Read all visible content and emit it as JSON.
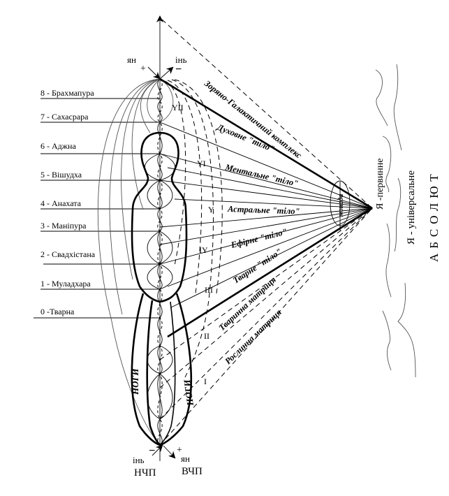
{
  "poles_top": {
    "yang": "ян",
    "yang_sign": "+",
    "yin": "інь",
    "yin_sign": "−"
  },
  "poles_bottom": {
    "yin": "інь",
    "yin_sign": "−",
    "yang": "ян",
    "yang_sign": "+",
    "left_code": "НЧП",
    "right_code": "ВЧП"
  },
  "chakras": [
    {
      "label": "8 - Брахмапура"
    },
    {
      "label": "7 - Сахасрара"
    },
    {
      "label": "6 - Аджна"
    },
    {
      "label": "5 - Вішудха"
    },
    {
      "label": "4 - Анахата"
    },
    {
      "label": "3 - Маніпура"
    },
    {
      "label": "2 - Свадхістана"
    },
    {
      "label": "1 - Муладхара"
    },
    {
      "label": "0 -Тварна"
    }
  ],
  "levels": [
    "YII",
    "YI",
    "Y",
    "IY",
    "III",
    "II",
    "I"
  ],
  "bodies": [
    {
      "label": "Зоряно-Галактичний комплекс"
    },
    {
      "label": "Духовне \"тіло\""
    },
    {
      "label": "Ментальне \"тіло\""
    },
    {
      "label": "Астральне \"тіло\""
    },
    {
      "label": "Ефірне \"тіло\""
    },
    {
      "label": "Тварне \"тіло\""
    },
    {
      "label": "Тваринна матриця"
    },
    {
      "label": "Рослинна матриця"
    }
  ],
  "legs_label": "НОГИ",
  "monad_label": "монада",
  "self_primary": "Я -первинне",
  "self_universal": "Я - універсальне",
  "absolute": "АБСОЛЮТ"
}
